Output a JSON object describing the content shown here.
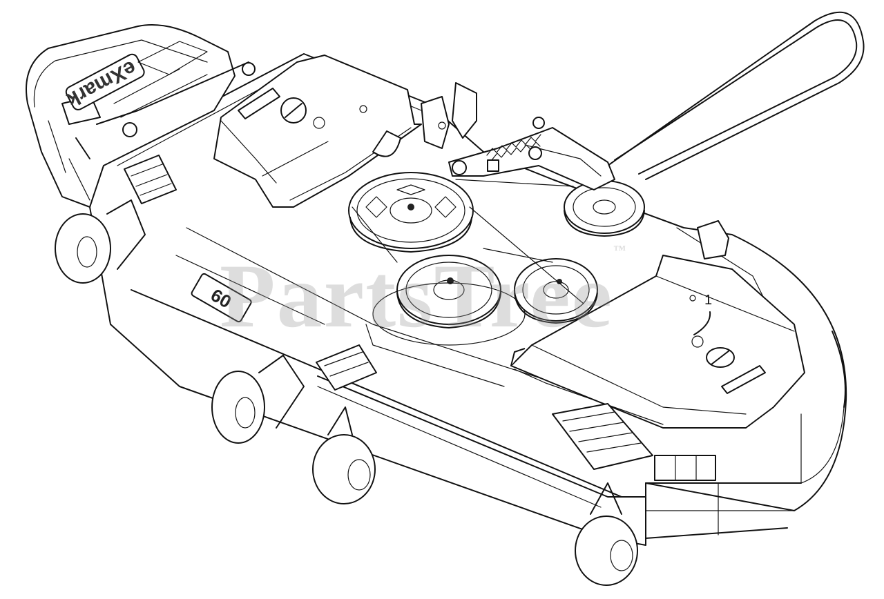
{
  "callout": {
    "label": "1"
  },
  "watermark": {
    "text": "PartsTree",
    "trademark": "™"
  },
  "brand_text": "eXmark",
  "deck_size_badge": "60",
  "colors": {
    "line": "#111111",
    "background": "#ffffff",
    "watermark": "#969696"
  }
}
